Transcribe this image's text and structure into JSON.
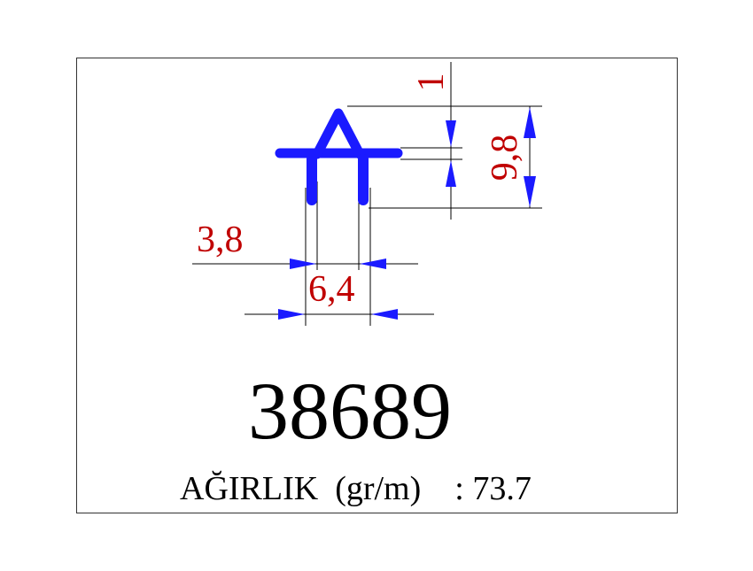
{
  "part_number": "38689",
  "weight": {
    "label": "AĞIRLIK  (gr/m)",
    "separator": ":",
    "value": "73.7"
  },
  "dimensions": {
    "thickness": "1",
    "height": "9,8",
    "inner_width": "3,8",
    "outer_width": "6,4"
  },
  "colors": {
    "profile": "#1a1aff",
    "dimension_text": "#c00000",
    "arrow": "#1a1aff",
    "line": "#000000"
  }
}
